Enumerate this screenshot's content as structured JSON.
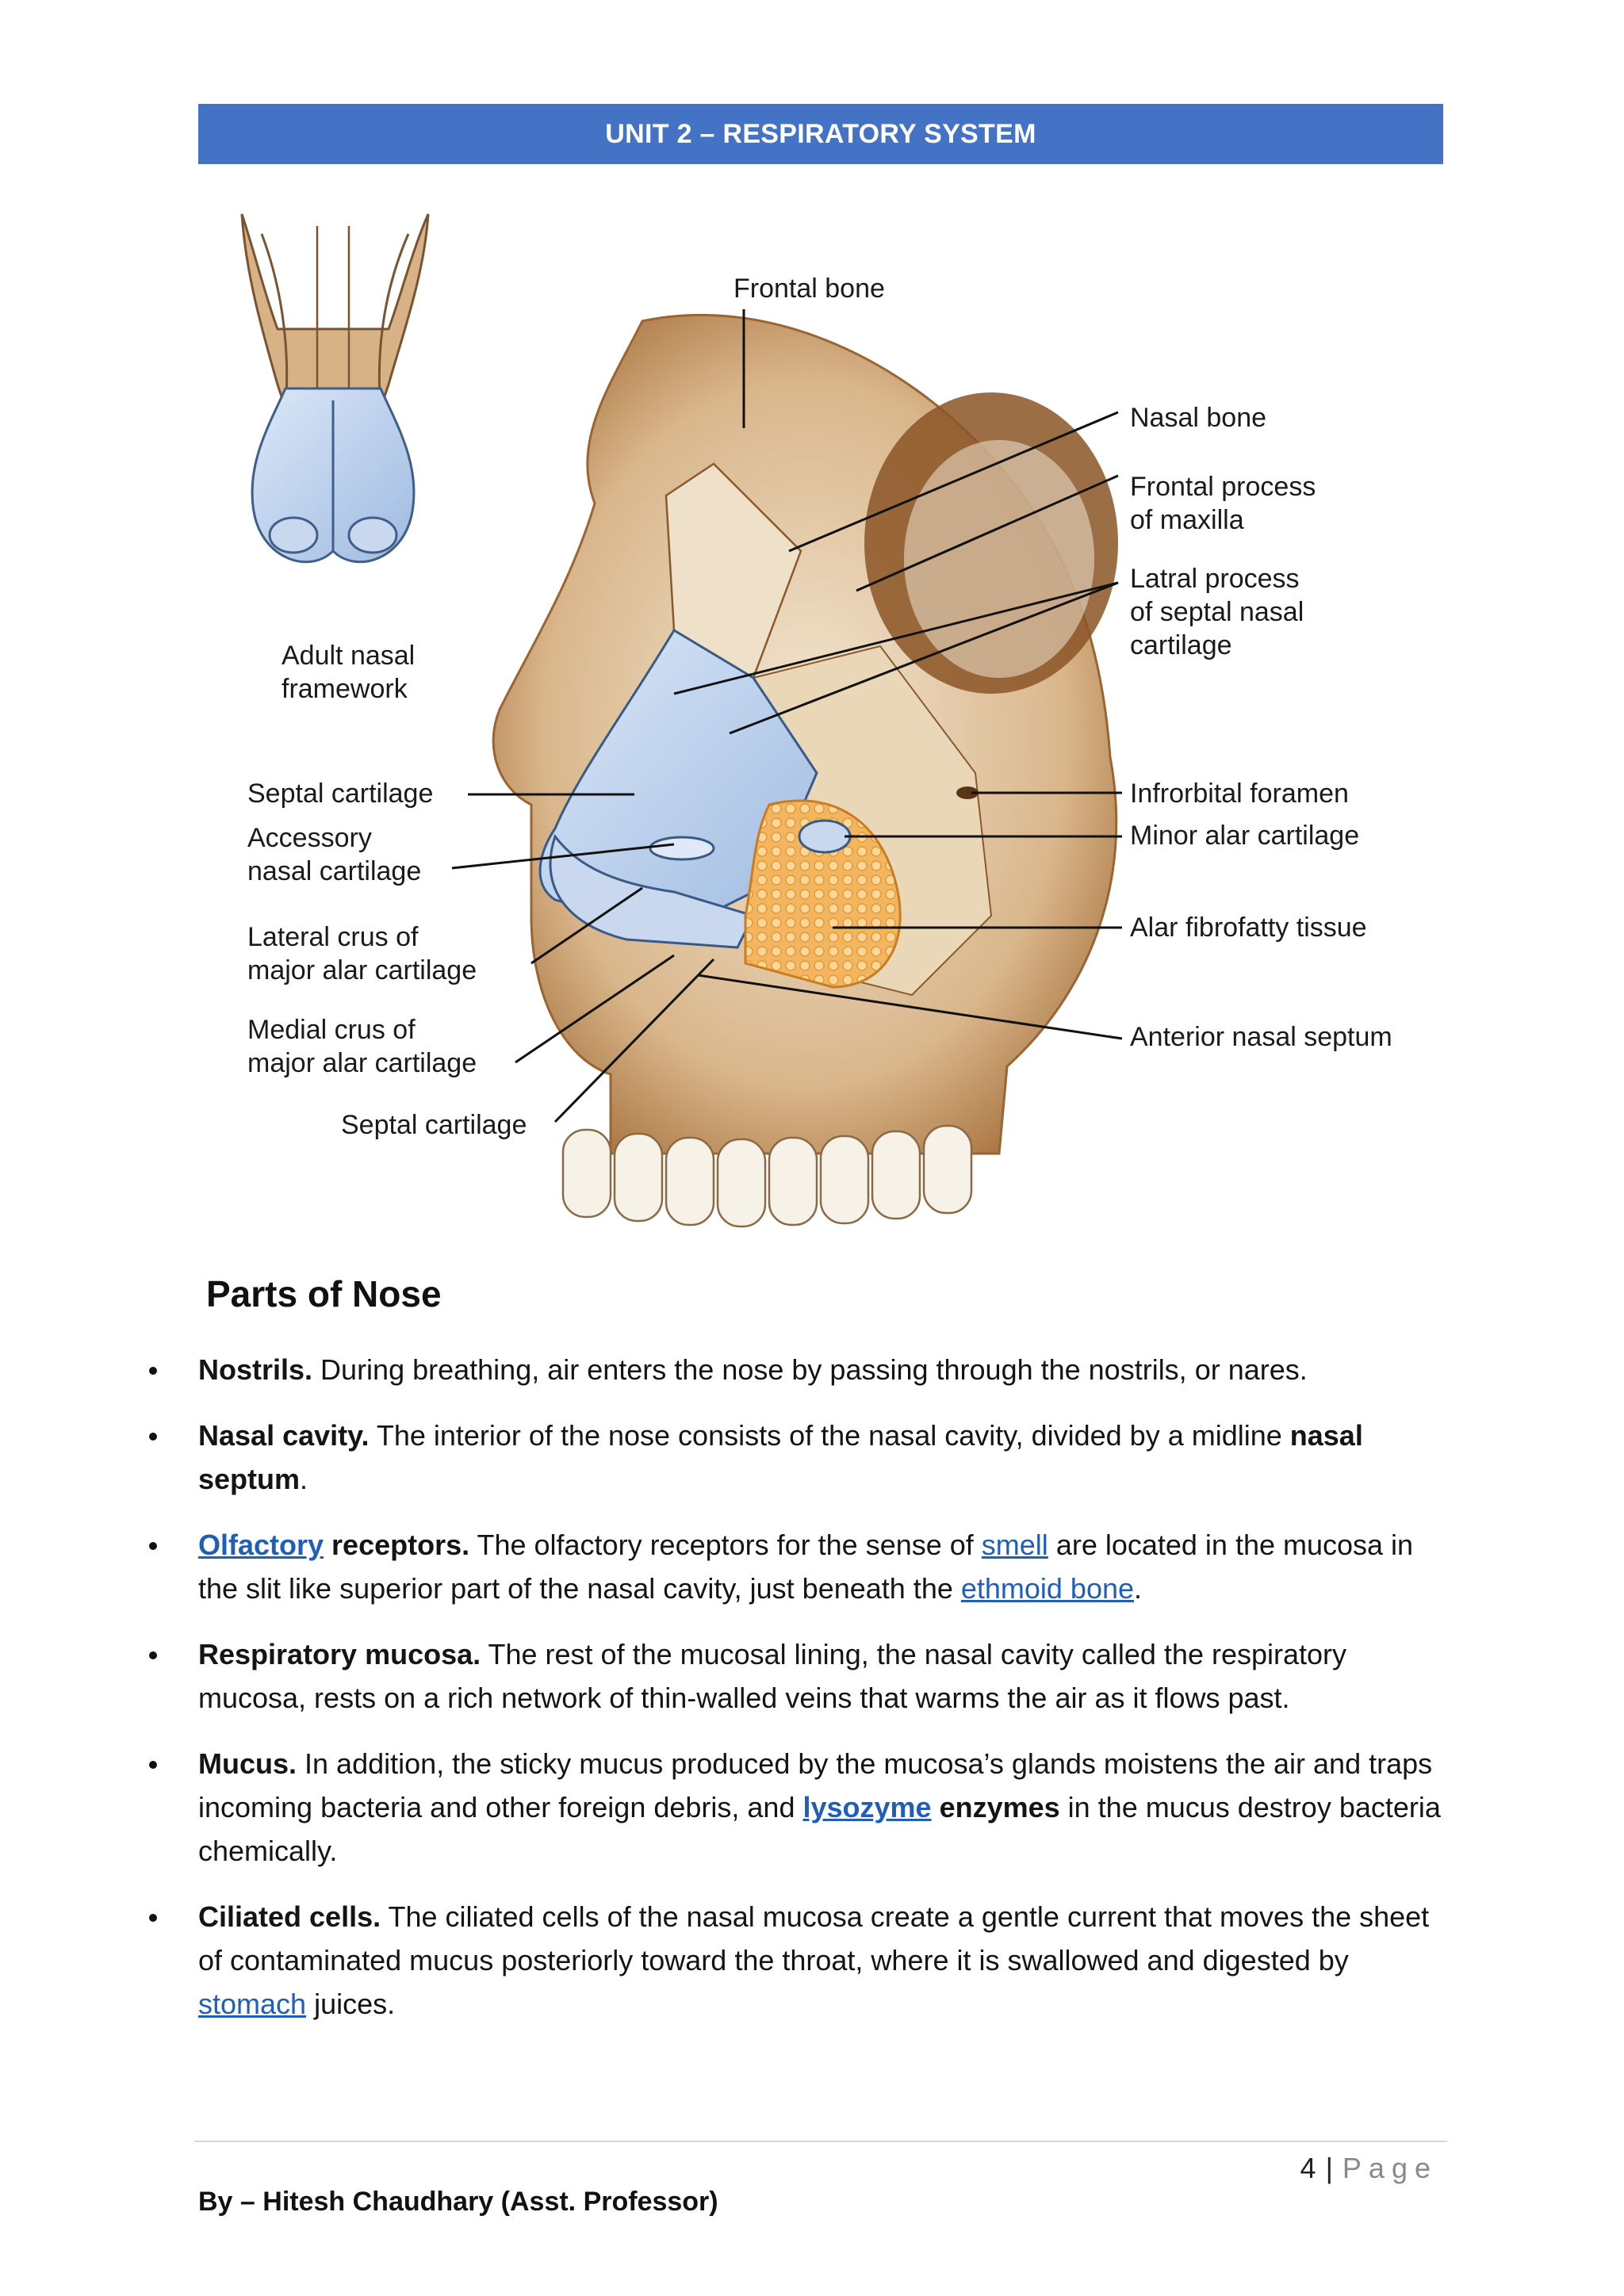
{
  "header": {
    "title": "UNIT 2 – RESPIRATORY SYSTEM"
  },
  "diagram": {
    "labels": {
      "frontal_bone": "Frontal bone",
      "nasal_bone": "Nasal bone",
      "frontal_process_1": "Frontal process",
      "frontal_process_2": "of maxilla",
      "latral_process_1": "Latral process",
      "latral_process_2": "of septal nasal",
      "latral_process_3": "cartilage",
      "adult_nasal_1": "Adult nasal",
      "adult_nasal_2": "framework",
      "septal_cartilage_top": "Septal cartilage",
      "accessory_1": "Accessory",
      "accessory_2": "nasal cartilage",
      "lateral_crus_1": "Lateral crus of",
      "lateral_crus_2": "major alar cartilage",
      "medial_crus_1": "Medial crus of",
      "medial_crus_2": "major alar cartilage",
      "septal_cartilage_bottom": "Septal cartilage",
      "infraorbital": "Infrorbital foramen",
      "minor_alar": "Minor alar cartilage",
      "alar_fibrofatty": "Alar fibrofatty tissue",
      "anterior_septum": "Anterior nasal septum"
    }
  },
  "section": {
    "heading": "Parts of Nose"
  },
  "bullets": [
    {
      "title": "Nostrils.",
      "text": " During breathing, air enters the nose by passing through the nostrils, or nares."
    },
    {
      "title": "Nasal cavity.",
      "text_a": " The interior of the nose consists of the nasal cavity, divided by a midline ",
      "bold_tail": "nasal septum",
      "end": "."
    },
    {
      "link_title": "Olfactory",
      "title": " receptors.",
      "text_a": " The olfactory receptors for the sense of ",
      "link_a": "smell",
      "text_b": " are located in the mucosa in the slit like superior part of the nasal cavity, just beneath the ",
      "link_b": "ethmoid bone",
      "end": "."
    },
    {
      "title": "Respiratory mucosa.",
      "text": " The rest of the mucosal lining, the nasal cavity called the respiratory mucosa, rests on a rich network of thin-walled veins that warms the air as it flows past."
    },
    {
      "title": "Mucus.",
      "text_a": " In addition, the sticky mucus produced by the mucosa’s glands moistens the air and traps incoming bacteria and other foreign debris, and ",
      "link": "lysozyme",
      "bold_mid": " enzymes",
      "text_b": " in the mucus destroy bacteria chemically."
    },
    {
      "title": "Ciliated cells.",
      "text_a": " The ciliated cells of the nasal mucosa create a gentle current that moves the sheet of contaminated mucus posteriorly toward the throat, where it is swallowed and digested by ",
      "link": "stomach",
      "text_b": " juices."
    }
  ],
  "footer": {
    "page_number": "4",
    "separator": "|",
    "page_word": "Page",
    "author": "By – Hitesh Chaudhary (Asst. Professor)"
  }
}
